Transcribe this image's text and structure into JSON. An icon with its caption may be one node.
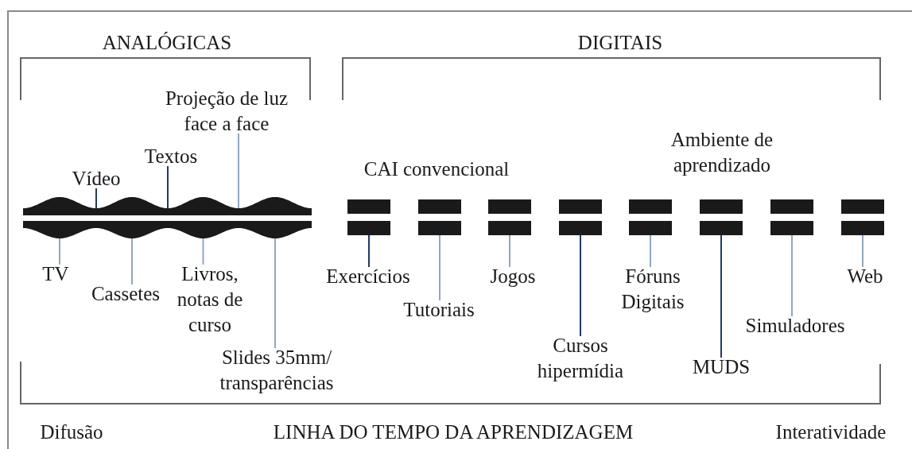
{
  "diagram": {
    "nodes": [
      {
        "text": [
          "Projeção de luz face a face"
        ]
      },
      {
        "text": [
          "Textos"
        ]
      },
      {
        "text": [
          "Vídeo"
        ]
      },
      {
        "text": [],
        "shape": "bar"
      },
      {
        "text": [],
        "shape": "bar"
      },
      {
        "text": [],
        "shape": "bar"
      },
      {
        "text": [],
        "shape": "bar"
      },
      {
        "text": [],
        "shape": "bar"
      },
      {
        "text": [],
        "shape": "bar"
      },
      {
        "text": [],
        "shape": "bar"
      },
      {
        "text": [],
        "shape": "bar"
      },
      {
        "text": [],
        "shape": "bar"
      },
      {
        "text": [],
        "shape": "bar"
      },
      {
        "text": [],
        "shape": "bar"
      },
      {
        "text": [],
        "shape": "bar"
      },
      {
        "text": [
          "TV"
        ]
      },
      {
        "text": [
          "Cassetes"
        ]
      },
      {
        "text": [
          "Livros, notas de curso"
        ]
      },
      {
        "text": [
          "Slides 35mm/ transparências"
        ]
      },
      {
        "text": [
          "Exercícios"
        ]
      },
      {
        "text": [
          "Tutoriais"
        ]
      },
      {
        "text": [
          "Jogos"
        ]
      },
      {
        "text": [
          "Cursos hipermídia"
        ]
      },
      {
        "text": [
          "Fóruns Digitais"
        ]
      },
      {
        "text": [
          "MUDS"
        ]
      },
      {
        "text": [
          "Simuladores"
        ]
      },
      {
        "text": [
          "Web"
        ]
      }
    ],
    "edges": [
      {
        "from": 0,
        "to": 6,
        "arrow": "none"
      },
      {
        "from": 1,
        "to": 5,
        "arrow": "none",
        "color": "#1f3a6a"
      },
      {
        "from": 2,
        "to": 4,
        "arrow": "none",
        "color": "#1f3a6a"
      },
      {
        "from": 15,
        "to": 3,
        "arrow": "none"
      },
      {
        "from": 16,
        "to": 4,
        "arrow": "none"
      },
      {
        "from": 17,
        "to": 5,
        "arrow": "none"
      },
      {
        "from": 18,
        "to": 6,
        "arrow": "none"
      },
      {
        "from": 19,
        "to": 7,
        "arrow": "none",
        "color": "#1f3a6a"
      },
      {
        "from": 20,
        "to": 8,
        "arrow": "none"
      },
      {
        "from": 21,
        "to": 9,
        "arrow": "none"
      },
      {
        "from": 22,
        "to": 10,
        "arrow": "none",
        "color": "#1f3a6a"
      },
      {
        "from": 23,
        "to": 11,
        "arrow": "none"
      },
      {
        "from": 24,
        "to": 12,
        "arrow": "none",
        "color": "#1f3a6a"
      },
      {
        "from": 25,
        "to": 13,
        "arrow": "none"
      },
      {
        "from": 26,
        "to": 14,
        "arrow": "none"
      }
    ],
    "labels": [
      "ANALÓGICAS",
      "DIGITAIS",
      "CAI convencional",
      "Ambiente de aprendizado",
      "Difusão",
      "LINHA DO TEMPO DA APRENDIZAGEM",
      "Interatividade"
    ]
  }
}
